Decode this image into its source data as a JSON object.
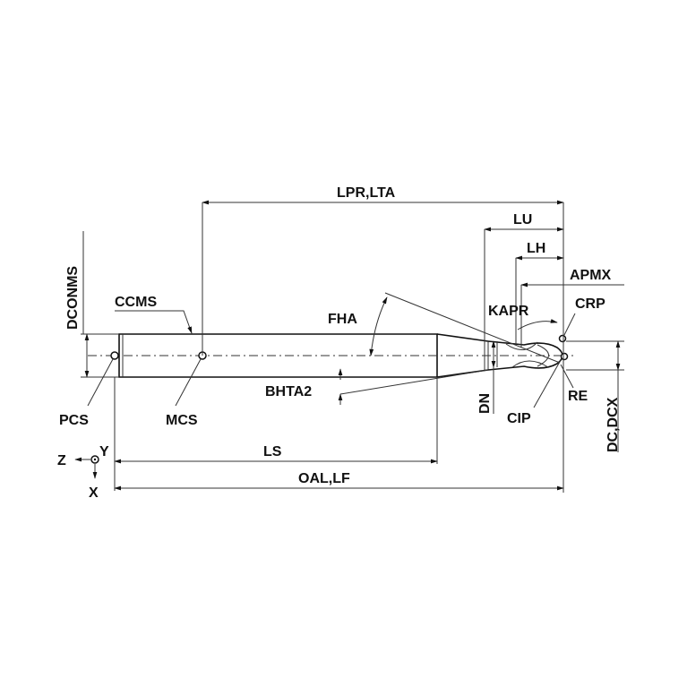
{
  "labels": {
    "lpr_lta": "LPR,LTA",
    "lu": "LU",
    "lh": "LH",
    "apmx": "APMX",
    "crp": "CRP",
    "kapr": "KAPR",
    "fha": "FHA",
    "ccms": "CCMS",
    "dconms": "DCONMS",
    "bhta2": "BHTA2",
    "dn": "DN",
    "re": "RE",
    "cip": "CIP",
    "dc_dcx": "DC,DCX",
    "pcs": "PCS",
    "mcs": "MCS",
    "ls": "LS",
    "oal_lf": "OAL,LF",
    "axis_z": "Z",
    "axis_y": "Y",
    "axis_x": "X"
  }
}
